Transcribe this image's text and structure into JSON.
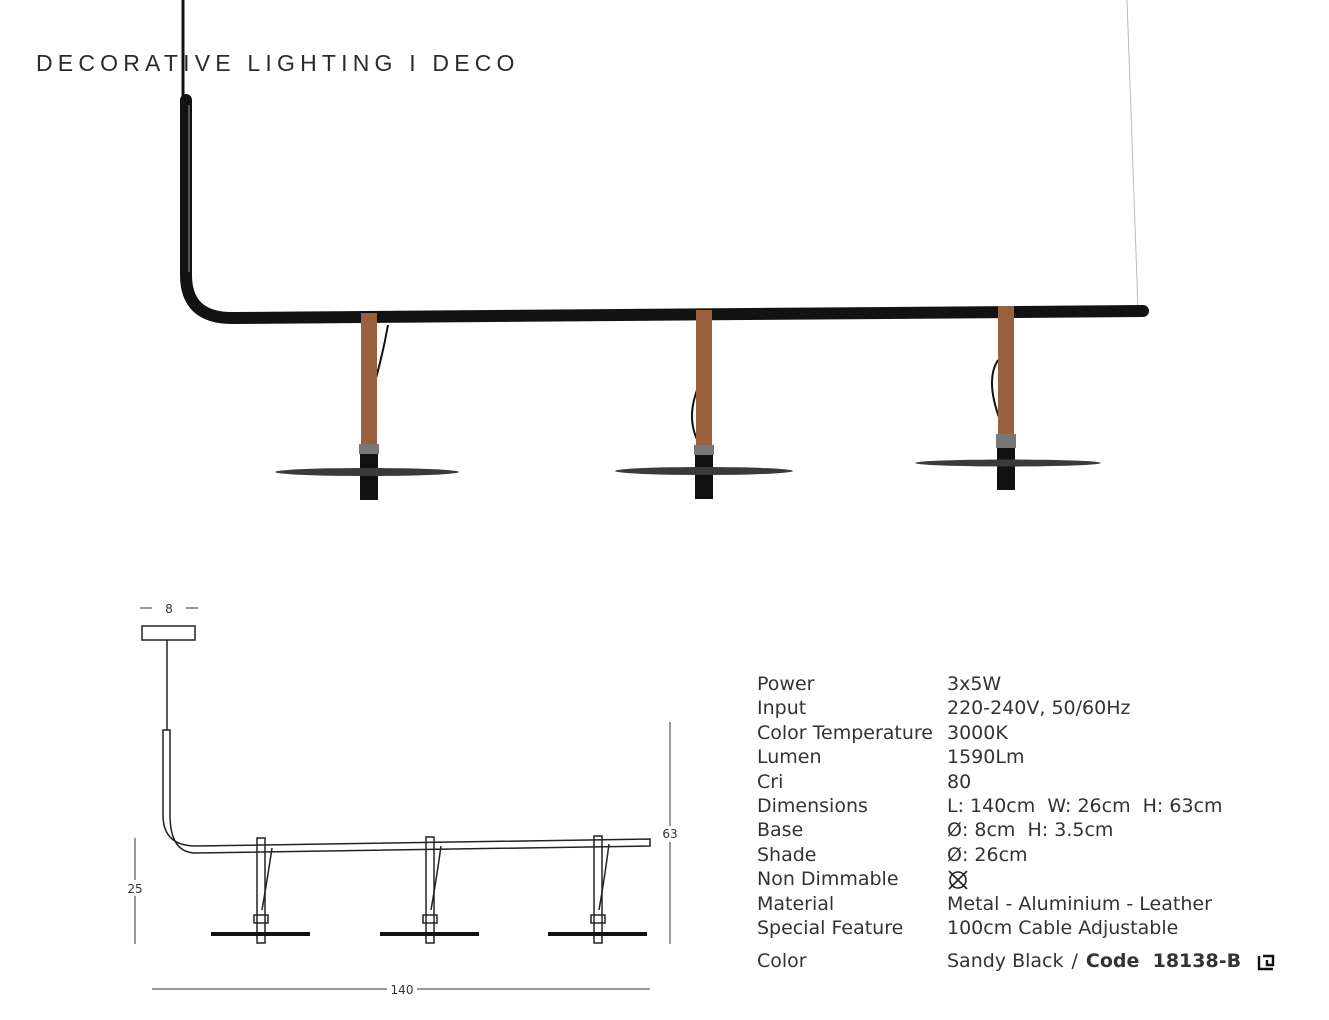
{
  "header": {
    "title": "DECORATIVE LIGHTING I DECO"
  },
  "drawing": {
    "dim_canopy": "8",
    "dim_height_total": "63",
    "dim_height_lower": "25",
    "dim_length": "140"
  },
  "specs": [
    {
      "label": "Power",
      "value": "3x5W"
    },
    {
      "label": "Input",
      "value": "220-240V, 50/60Hz"
    },
    {
      "label": "Color Temperature",
      "value": "3000K"
    },
    {
      "label": "Lumen",
      "value": "1590Lm"
    },
    {
      "label": "Cri",
      "value": "80"
    },
    {
      "label": "Dimensions",
      "value": "L: 140cm  W: 26cm  H: 63cm"
    },
    {
      "label": "Base",
      "value": "Ø: 8cm  H: 3.5cm"
    },
    {
      "label": "Shade",
      "value": "Ø: 26cm"
    },
    {
      "label": "Non Dimmable",
      "value": "",
      "icon": "non-dimmable-icon"
    },
    {
      "label": "Material",
      "value": "Metal - Aluminium - Leather"
    },
    {
      "label": "Special Feature",
      "value": "100cm Cable Adjustable"
    }
  ],
  "color": {
    "label": "Color",
    "value": "Sandy Black",
    "separator": "/",
    "code": "Code  18138-B",
    "icon": "brand-logo-icon"
  },
  "colors": {
    "leather": "#9a5f3c",
    "metal": "#1a1a1a"
  }
}
